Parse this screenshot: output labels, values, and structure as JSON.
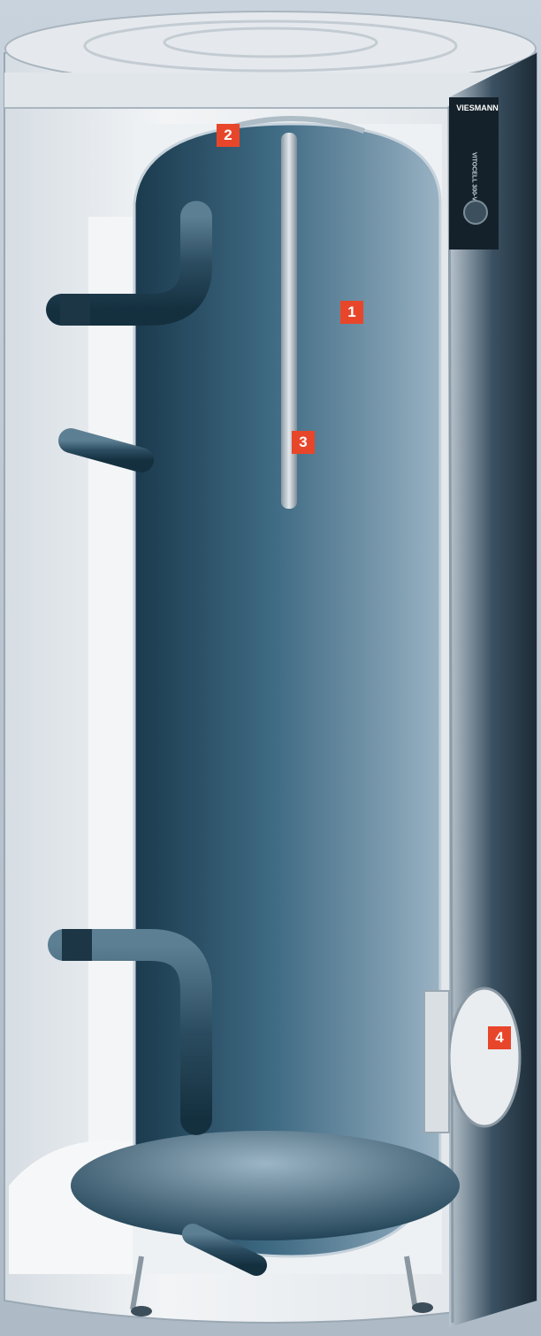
{
  "brand": {
    "logo_text": "VIESMANN",
    "product_text": "VITOCELL 300-V"
  },
  "callouts": [
    {
      "id": "1",
      "label": "1",
      "refers_to": "storage-tank-interior"
    },
    {
      "id": "2",
      "label": "2",
      "refers_to": "top-flange"
    },
    {
      "id": "3",
      "label": "3",
      "refers_to": "immersion-anode-rod"
    },
    {
      "id": "4",
      "label": "4",
      "refers_to": "inspection-opening"
    }
  ],
  "colors": {
    "background": "#c0cad5",
    "insulation": "#eaeef1",
    "tank_dark": "#1e4256",
    "tank_light": "#8aa7ba",
    "casing_dark": "#2a3d4b",
    "callout": "#e8462a"
  }
}
